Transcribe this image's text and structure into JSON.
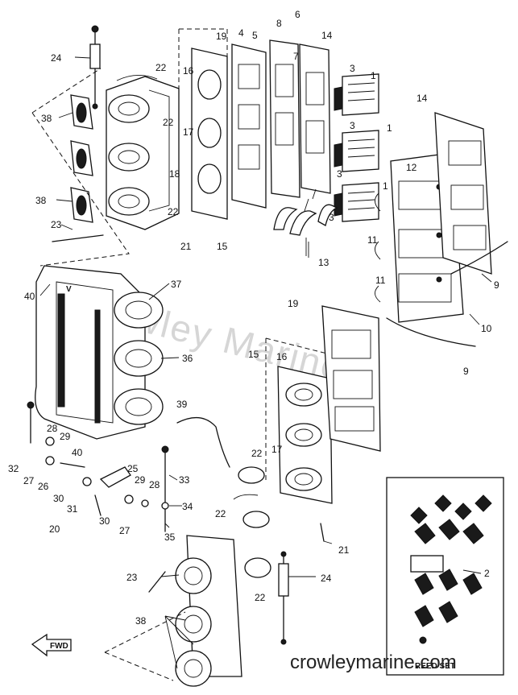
{
  "diagram": {
    "watermark": "Crowley Marine",
    "site_label": "crowleymarine.com",
    "inset_label": "REED SET",
    "direction_label": "FWD",
    "cover_mark": "V",
    "callouts": {
      "c1a": "1",
      "c1b": "1",
      "c1c": "1",
      "c2": "2",
      "c3a": "3",
      "c3b": "3",
      "c3c": "3",
      "c3d": "3",
      "c4": "4",
      "c5": "5",
      "c6": "6",
      "c7": "7",
      "c8": "8",
      "c9a": "9",
      "c9b": "9",
      "c10": "10",
      "c11a": "11",
      "c11b": "11",
      "c12": "12",
      "c13": "13",
      "c14": "14",
      "c15a": "15",
      "c15b": "15",
      "c16a": "16",
      "c16b": "16",
      "c17a": "17",
      "c17b": "17",
      "c18": "18",
      "c19a": "19",
      "c19b": "19",
      "c20": "20",
      "c21a": "21",
      "c21b": "21",
      "c22a": "22",
      "c22b": "22",
      "c22c": "22",
      "c22d": "22",
      "c22e": "22",
      "c22f": "22",
      "c23a": "23",
      "c23b": "23",
      "c24a": "24",
      "c24b": "24",
      "c25": "25",
      "c26": "26",
      "c27a": "27",
      "c27b": "27",
      "c28a": "28",
      "c28b": "28",
      "c29a": "29",
      "c29b": "29",
      "c30a": "30",
      "c30b": "30",
      "c31": "31",
      "c32": "32",
      "c33": "33",
      "c34": "34",
      "c35": "35",
      "c36": "36",
      "c37": "37",
      "c38a": "38",
      "c38b": "38",
      "c38c": "38",
      "c39": "39",
      "c40a": "40",
      "c40b": "40"
    }
  }
}
